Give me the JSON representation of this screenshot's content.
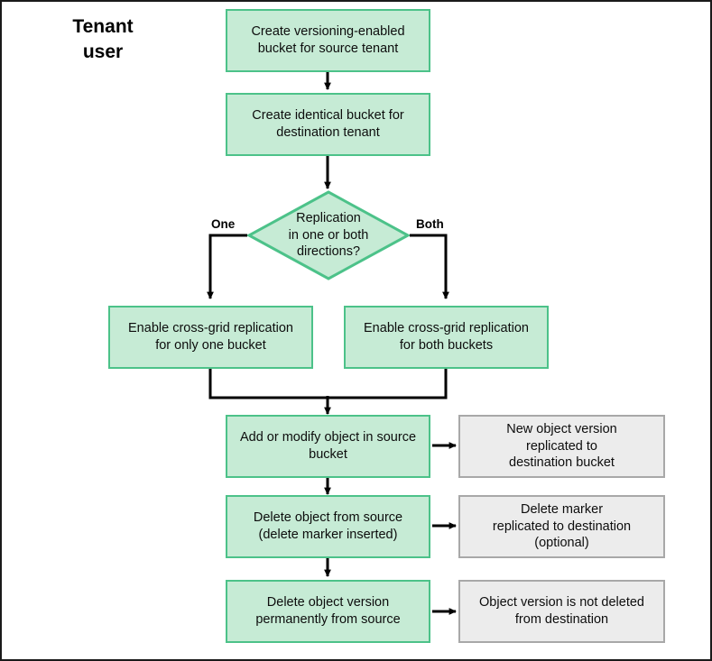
{
  "diagram": {
    "title": "Tenant\nuser",
    "colors": {
      "green_fill": "#c6ebd5",
      "green_border": "#4cc289",
      "gray_fill": "#ececec",
      "gray_border": "#a8a8a8",
      "connector": "#000000",
      "frame": "#1a1a1a",
      "background": "#ffffff"
    },
    "nodes": {
      "create_source_bucket": "Create versioning-enabled\nbucket for source tenant",
      "create_destination_bucket": "Create identical bucket for\ndestination tenant",
      "decision": "Replication\nin one or both\ndirections?",
      "enable_one_bucket": "Enable cross-grid replication\nfor only one bucket",
      "enable_both_buckets": "Enable cross-grid replication\nfor both buckets",
      "add_modify_object": "Add or modify object in source\nbucket",
      "delete_object_source": "Delete object from source\n(delete marker inserted)",
      "delete_object_version": "Delete object version\npermanently from source",
      "new_version_replicated": "New object version\nreplicated to\ndestination bucket",
      "delete_marker_replicated": "Delete marker\nreplicated to destination\n(optional)",
      "version_not_deleted": "Object version is not deleted\nfrom destination"
    },
    "branch_labels": {
      "one": "One",
      "both": "Both"
    }
  }
}
